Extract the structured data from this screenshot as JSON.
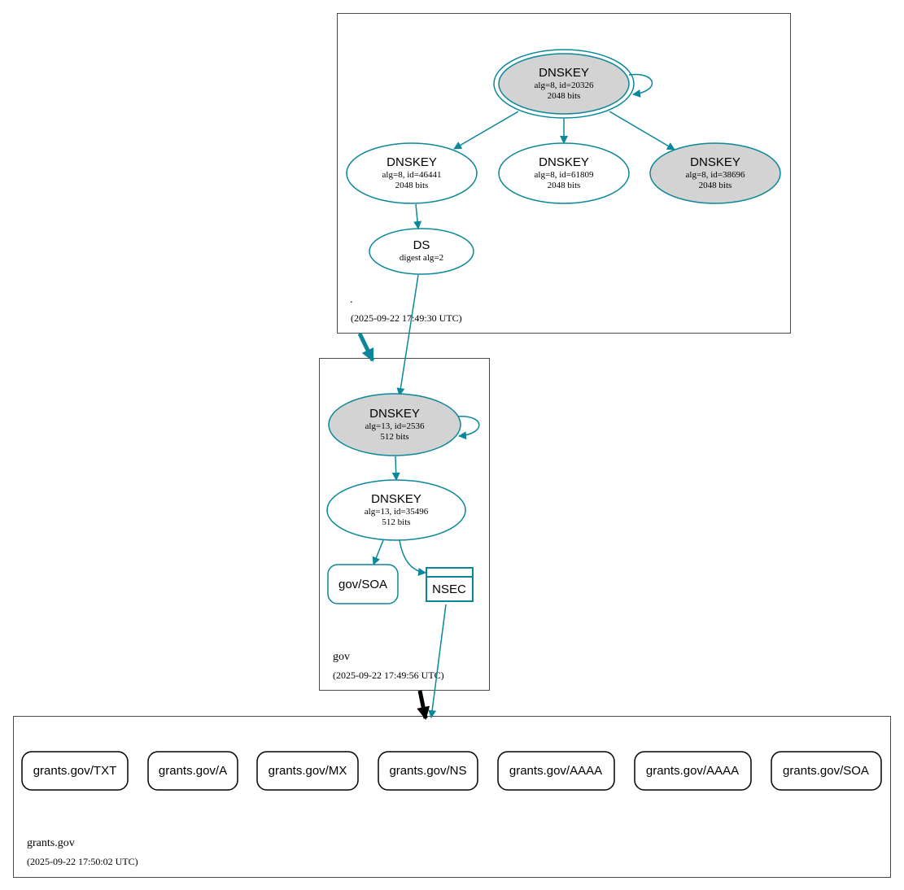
{
  "colors": {
    "teal": "#0a879a",
    "gray_fill": "#d3d3d3",
    "black": "#000000",
    "border": "#4a4a4a"
  },
  "zones": {
    "root": {
      "name": ".",
      "timestamp": "(2025-09-22 17:49:30 UTC)"
    },
    "gov": {
      "name": "gov",
      "timestamp": "(2025-09-22 17:49:56 UTC)"
    },
    "grants": {
      "name": "grants.gov",
      "timestamp": "(2025-09-22 17:50:02 UTC)"
    }
  },
  "nodes": {
    "root_ksk": {
      "title": "DNSKEY",
      "line1": "alg=8, id=20326",
      "line2": "2048 bits"
    },
    "root_zsk1": {
      "title": "DNSKEY",
      "line1": "alg=8, id=46441",
      "line2": "2048 bits"
    },
    "root_zsk2": {
      "title": "DNSKEY",
      "line1": "alg=8, id=61809",
      "line2": "2048 bits"
    },
    "root_zsk3": {
      "title": "DNSKEY",
      "line1": "alg=8, id=38696",
      "line2": "2048 bits"
    },
    "gov_ds": {
      "title": "DS",
      "line1": "digest alg=2"
    },
    "gov_ksk": {
      "title": "DNSKEY",
      "line1": "alg=13, id=2536",
      "line2": "512 bits"
    },
    "gov_zsk": {
      "title": "DNSKEY",
      "line1": "alg=13, id=35496",
      "line2": "512 bits"
    },
    "gov_soa": {
      "title": "gov/SOA"
    },
    "gov_nsec": {
      "title": "NSEC"
    }
  },
  "records": [
    "grants.gov/TXT",
    "grants.gov/A",
    "grants.gov/MX",
    "grants.gov/NS",
    "grants.gov/AAAA",
    "grants.gov/AAAA",
    "grants.gov/SOA"
  ]
}
